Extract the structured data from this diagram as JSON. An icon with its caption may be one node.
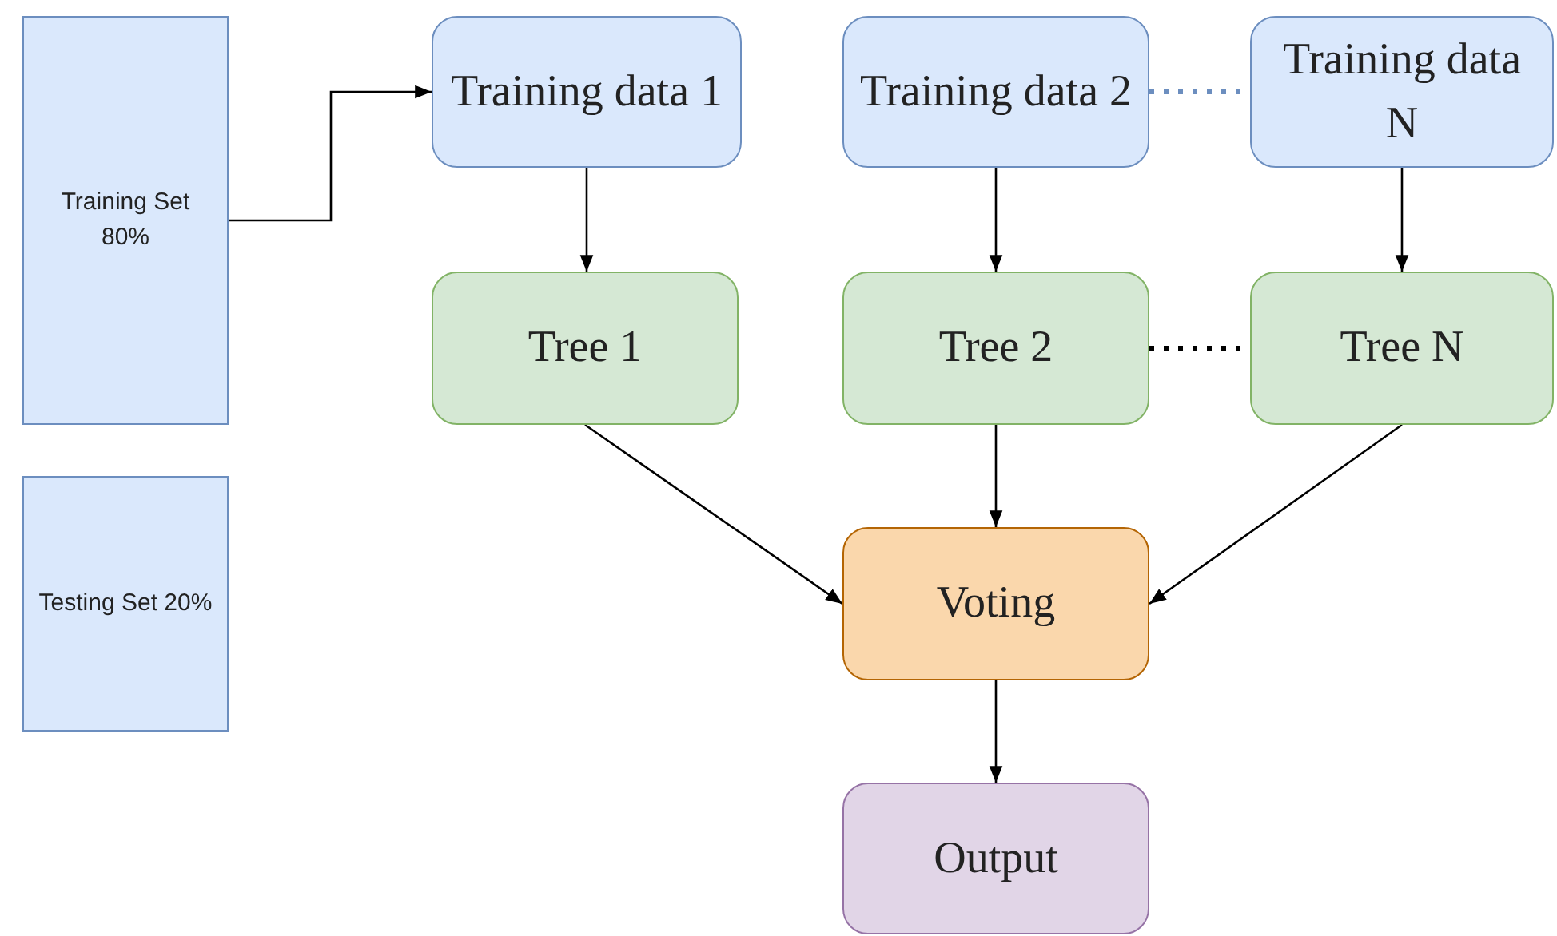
{
  "diagram": {
    "nodes": [
      {
        "text": [
          "Training Set 80%"
        ]
      },
      {
        "text": [
          "Testing Set 20%"
        ]
      },
      {
        "text": [
          "Training data 1"
        ]
      },
      {
        "text": [
          "Training data 2"
        ]
      },
      {
        "text": [
          "Training data N"
        ]
      },
      {
        "text": [
          "Tree 1"
        ]
      },
      {
        "text": [
          "Tree 2"
        ]
      },
      {
        "text": [
          "Tree N"
        ]
      },
      {
        "text": [
          "Voting"
        ]
      },
      {
        "text": [
          "Output"
        ]
      }
    ],
    "edges": [
      {
        "from": 0,
        "to": 2,
        "arrow": "to"
      },
      {
        "from": 2,
        "to": 5,
        "arrow": "to"
      },
      {
        "from": 3,
        "to": 6,
        "arrow": "to"
      },
      {
        "from": 4,
        "to": 7,
        "arrow": "to"
      },
      {
        "from": 3,
        "to": 4,
        "arrow": "none",
        "style": "dashed",
        "color": "#6c8ebf"
      },
      {
        "from": 6,
        "to": 7,
        "arrow": "none",
        "style": "dashed"
      },
      {
        "from": 5,
        "to": 8,
        "arrow": "to"
      },
      {
        "from": 6,
        "to": 8,
        "arrow": "to"
      },
      {
        "from": 7,
        "to": 8,
        "arrow": "to"
      },
      {
        "from": 8,
        "to": 9,
        "arrow": "to"
      }
    ]
  }
}
